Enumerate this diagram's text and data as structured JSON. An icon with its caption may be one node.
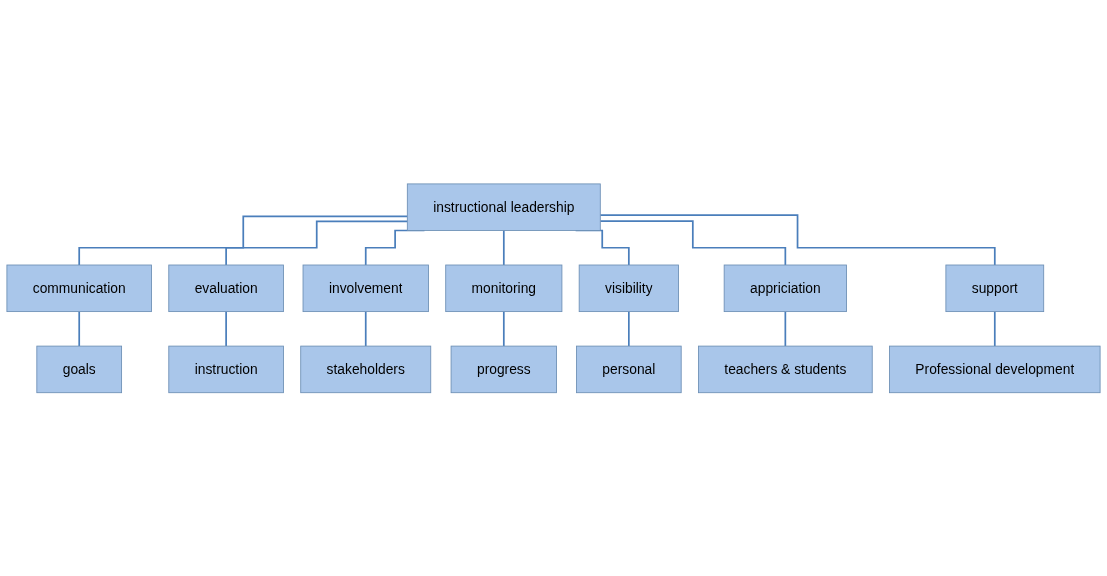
{
  "diagram": {
    "nodes": [
      {
        "text": [
          "instructional leadership"
        ]
      },
      {
        "text": [
          "communication"
        ]
      },
      {
        "text": [
          "goals"
        ]
      },
      {
        "text": [
          "evaluation"
        ]
      },
      {
        "text": [
          "involvement"
        ]
      },
      {
        "text": [
          "monitoring"
        ]
      },
      {
        "text": [
          "visibility"
        ]
      },
      {
        "text": [
          "appriciation"
        ]
      },
      {
        "text": [
          "support"
        ]
      },
      {
        "text": [
          "instruction"
        ]
      },
      {
        "text": [
          "stakeholders"
        ]
      },
      {
        "text": [
          "progress"
        ]
      },
      {
        "text": [
          "personal"
        ]
      },
      {
        "text": [
          "teachers & students"
        ]
      },
      {
        "text": [
          "Professional development"
        ]
      }
    ],
    "edges": [
      {
        "from": 0,
        "to": 1,
        "arrow": "none"
      },
      {
        "from": 1,
        "to": 2,
        "arrow": "none"
      },
      {
        "from": 0,
        "to": 3,
        "arrow": "none"
      },
      {
        "from": 0,
        "to": 4,
        "arrow": "none"
      },
      {
        "from": 0,
        "to": 5,
        "arrow": "none"
      },
      {
        "from": 0,
        "to": 6,
        "arrow": "none"
      },
      {
        "from": 0,
        "to": 7,
        "arrow": "none"
      },
      {
        "from": 0,
        "to": 8,
        "arrow": "none"
      },
      {
        "from": 3,
        "to": 9,
        "arrow": "none"
      },
      {
        "from": 4,
        "to": 10,
        "arrow": "none"
      },
      {
        "from": 5,
        "to": 11,
        "arrow": "none"
      },
      {
        "from": 6,
        "to": 12,
        "arrow": "none"
      },
      {
        "from": 7,
        "to": 13,
        "arrow": "none"
      },
      {
        "from": 8,
        "to": 14,
        "arrow": "none"
      }
    ]
  }
}
